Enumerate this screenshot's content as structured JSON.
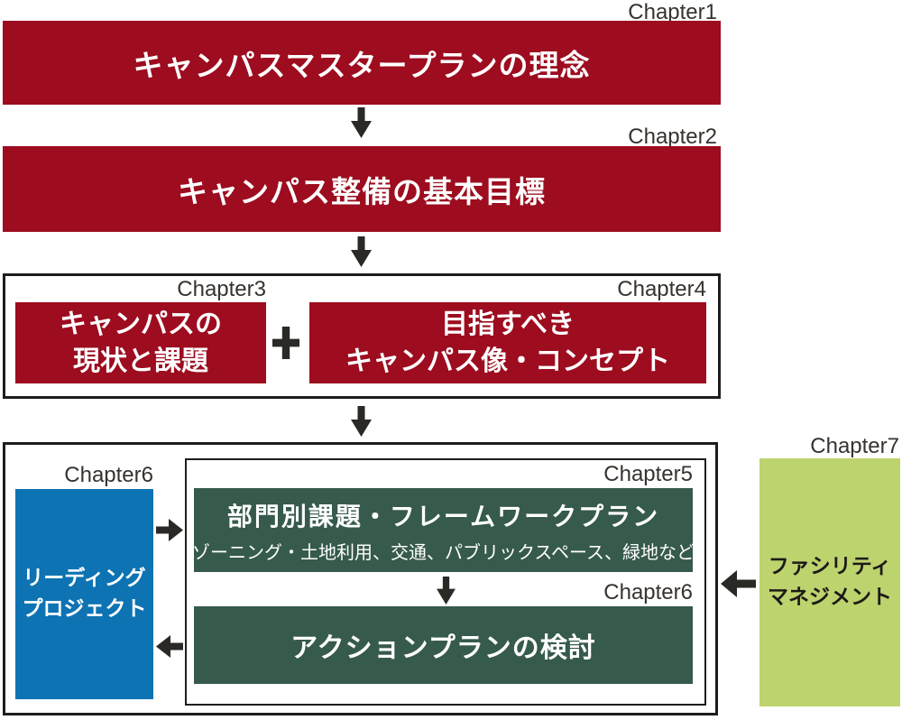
{
  "colors": {
    "crimson": "#9d0c1f",
    "dark_green": "#365a4b",
    "blue": "#0e73b2",
    "yellow_green": "#bdd36e",
    "ink": "#2b2926",
    "label_gray": "#37322e",
    "border_black": "#1f1d1b"
  },
  "chapters": {
    "ch1": "Chapter1",
    "ch2": "Chapter2",
    "ch3": "Chapter3",
    "ch4": "Chapter4",
    "ch5": "Chapter5",
    "ch6_left": "Chapter6",
    "ch6_inner": "Chapter6",
    "ch7": "Chapter7"
  },
  "nodes": {
    "philosophy": {
      "title": "キャンパスマスタープランの理念"
    },
    "basic_goals": {
      "title": "キャンパス整備の基本目標"
    },
    "current_state": {
      "lines": [
        "キャンパスの",
        "現状と課題"
      ]
    },
    "target_vision": {
      "lines": [
        "目指すべき",
        "キャンパス像・コンセプト"
      ]
    },
    "framework_plan": {
      "title": "部門別課題・フレームワークプラン",
      "subtitle": "ゾーニング・土地利用、交通、パブリックスペース、緑地など"
    },
    "action_plan": {
      "title": "アクションプランの検討"
    },
    "leading_project": {
      "lines": [
        "リーディング",
        "プロジェクト"
      ]
    },
    "facility_management": {
      "lines": [
        "ファシリティ",
        "マネジメント"
      ]
    }
  },
  "icons": {
    "plus": "plus-icon",
    "down_arrow": "down-arrow-icon",
    "right_arrow": "right-arrow-icon",
    "left_arrow": "left-arrow-icon"
  }
}
